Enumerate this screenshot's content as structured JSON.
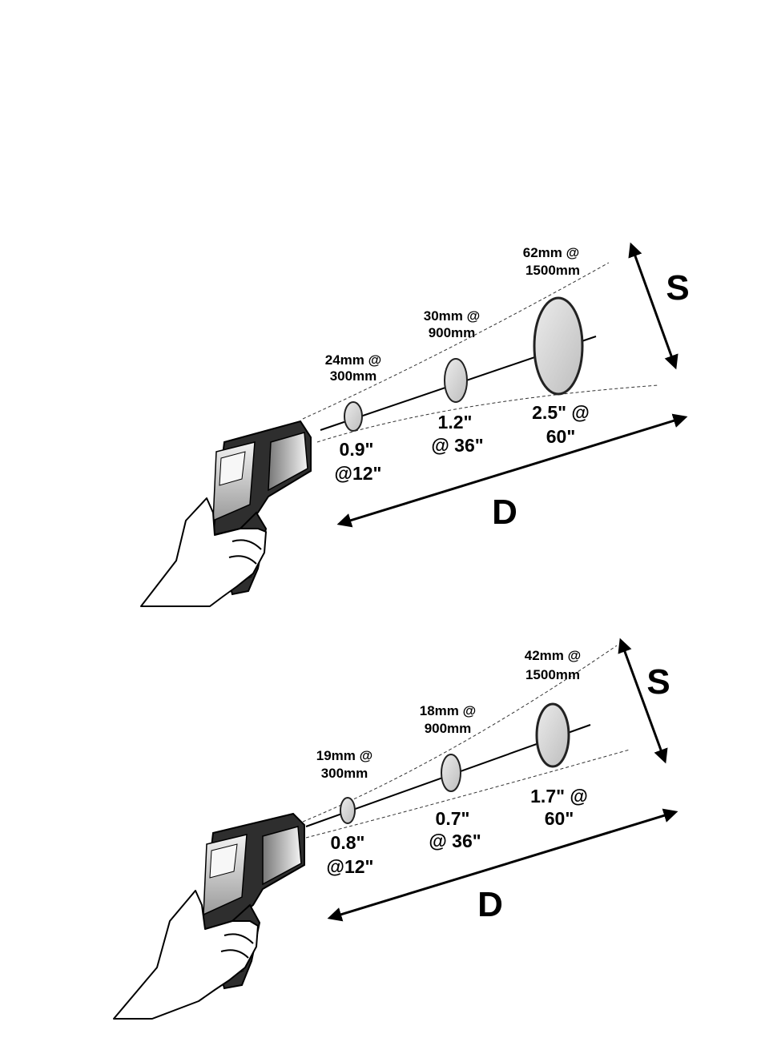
{
  "diagrams": [
    {
      "spots": [
        {
          "metric_line1": "24mm @",
          "metric_line2": "300mm",
          "imperial_line1": "0.9\"",
          "imperial_line2": "@12\""
        },
        {
          "metric_line1": "30mm @",
          "metric_line2": "900mm",
          "imperial_line1": "1.2\"",
          "imperial_line2": "@ 36\""
        },
        {
          "metric_line1": "62mm @",
          "metric_line2": "1500mm",
          "imperial_line1": "2.5\" @",
          "imperial_line2": "60\""
        }
      ],
      "spot_label": "S",
      "distance_label": "D"
    },
    {
      "spots": [
        {
          "metric_line1": "19mm @",
          "metric_line2": "300mm",
          "imperial_line1": "0.8\"",
          "imperial_line2": "@12\""
        },
        {
          "metric_line1": "18mm @",
          "metric_line2": "900mm",
          "imperial_line1": "0.7\"",
          "imperial_line2": "@ 36\""
        },
        {
          "metric_line1": "42mm @",
          "metric_line2": "1500mm",
          "imperial_line1": "1.7\" @",
          "imperial_line2": "60\""
        }
      ],
      "spot_label": "S",
      "distance_label": "D"
    }
  ],
  "colors": {
    "ink": "#000000",
    "spot_fill": "#cfcfcf",
    "device_body": "#3a3a3a",
    "device_light": "#e6e6e6"
  }
}
